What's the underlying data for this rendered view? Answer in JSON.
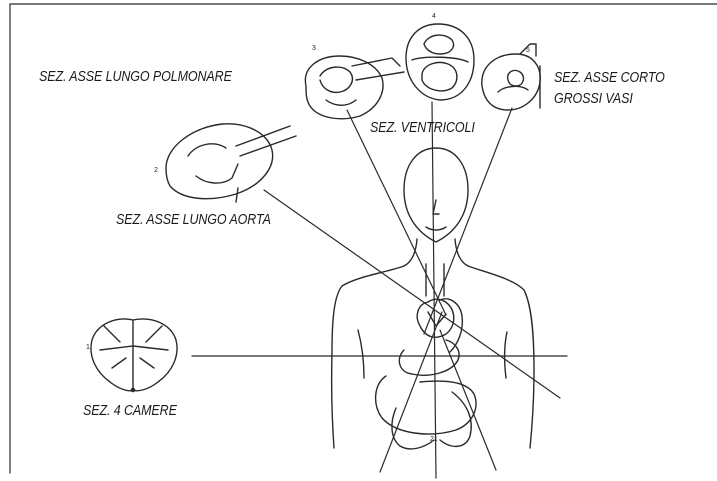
{
  "labels": {
    "polmonare": "SEZ. ASSE LUNGO POLMONARE",
    "ventricoli": "SEZ. VENTRICOLI",
    "corto_line1": "SEZ. ASSE CORTO",
    "corto_line2": "GROSSI VASI",
    "aorta": "SEZ. ASSE LUNGO AORTA",
    "camere": "SEZ. 4 CAMERE"
  },
  "section_numbers": {
    "four_chamber": "1",
    "long_axis_aorta": "2",
    "long_axis_pulmonary": "3",
    "ventricles": "4",
    "short_axis_vessels": "5"
  },
  "colors": {
    "ink": "#2a2a2a",
    "paper": "#ffffff"
  }
}
